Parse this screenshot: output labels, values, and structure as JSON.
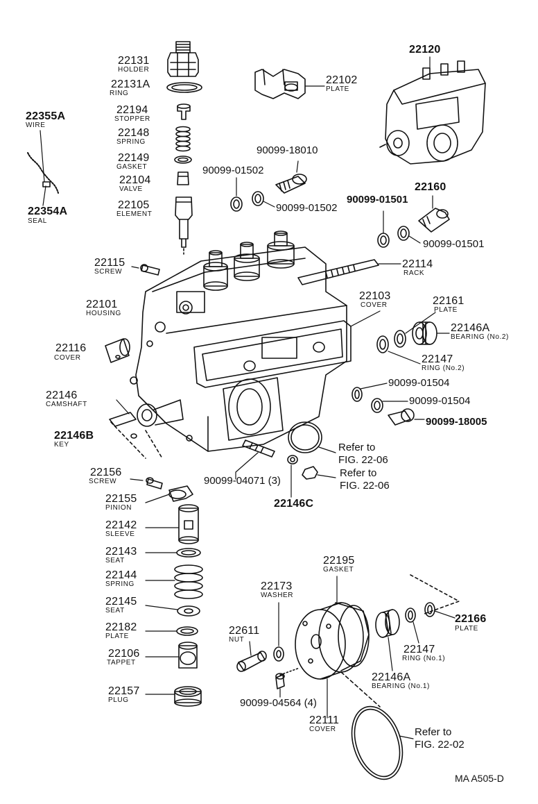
{
  "callouts": [
    {
      "id": "c22131",
      "num": "22131",
      "name": "HOLDER"
    },
    {
      "id": "c22131A",
      "num": "22131A",
      "name": "RING"
    },
    {
      "id": "c22194",
      "num": "22194",
      "name": "STOPPER"
    },
    {
      "id": "c22148",
      "num": "22148",
      "name": "SPRING"
    },
    {
      "id": "c22149",
      "num": "22149",
      "name": "GASKET"
    },
    {
      "id": "c22104",
      "num": "22104",
      "name": "VALVE"
    },
    {
      "id": "c22105",
      "num": "22105",
      "name": "ELEMENT"
    },
    {
      "id": "c22355A",
      "num": "22355A",
      "name": "WIRE"
    },
    {
      "id": "c22354A",
      "num": "22354A",
      "name": "SEAL"
    },
    {
      "id": "c22102",
      "num": "22102",
      "name": "PLATE"
    },
    {
      "id": "c22120",
      "num": "22120",
      "name": ""
    },
    {
      "id": "c22160",
      "num": "22160",
      "name": ""
    },
    {
      "id": "c22115",
      "num": "22115",
      "name": "SCREW"
    },
    {
      "id": "c22114",
      "num": "22114",
      "name": "RACK"
    },
    {
      "id": "c22101",
      "num": "22101",
      "name": "HOUSING"
    },
    {
      "id": "c22103",
      "num": "22103",
      "name": "COVER"
    },
    {
      "id": "c22161",
      "num": "22161",
      "name": "PLATE"
    },
    {
      "id": "c22146A2",
      "num": "22146A",
      "name": "BEARING (No.2)"
    },
    {
      "id": "c22116",
      "num": "22116",
      "name": "COVER"
    },
    {
      "id": "c22147b",
      "num": "22147",
      "name": "RING (No.2)"
    },
    {
      "id": "c22146",
      "num": "22146",
      "name": "CAMSHAFT"
    },
    {
      "id": "c22146B",
      "num": "22146B",
      "name": "KEY"
    },
    {
      "id": "c22156",
      "num": "22156",
      "name": "SCREW"
    },
    {
      "id": "c22155",
      "num": "22155",
      "name": "PINION"
    },
    {
      "id": "c22146C",
      "num": "22146C",
      "name": ""
    },
    {
      "id": "c22142",
      "num": "22142",
      "name": "SLEEVE"
    },
    {
      "id": "c22143",
      "num": "22143",
      "name": "SEAT"
    },
    {
      "id": "c22144",
      "num": "22144",
      "name": "SPRING"
    },
    {
      "id": "c22145",
      "num": "22145",
      "name": "SEAT"
    },
    {
      "id": "c22182",
      "num": "22182",
      "name": "PLATE"
    },
    {
      "id": "c22106",
      "num": "22106",
      "name": "TAPPET"
    },
    {
      "id": "c22157",
      "num": "22157",
      "name": "PLUG"
    },
    {
      "id": "c22195",
      "num": "22195",
      "name": "GASKET"
    },
    {
      "id": "c22173",
      "num": "22173",
      "name": "WASHER"
    },
    {
      "id": "c22611",
      "num": "22611",
      "name": "NUT"
    },
    {
      "id": "c22166",
      "num": "22166",
      "name": "PLATE"
    },
    {
      "id": "c22147a",
      "num": "22147",
      "name": "RING (No.1)"
    },
    {
      "id": "c22146A1",
      "num": "22146A",
      "name": "BEARING (No.1)"
    },
    {
      "id": "c22111",
      "num": "22111",
      "name": "COVER"
    }
  ],
  "part_codes": [
    {
      "id": "p18010",
      "text": "90099-18010"
    },
    {
      "id": "p01502a",
      "text": "90099-01502"
    },
    {
      "id": "p01502b",
      "text": "90099-01502"
    },
    {
      "id": "p01501a",
      "text": "90099-01501"
    },
    {
      "id": "p01501b",
      "text": "90099-01501"
    },
    {
      "id": "p01504a",
      "text": "90099-01504"
    },
    {
      "id": "p01504b",
      "text": "90099-01504"
    },
    {
      "id": "p18005",
      "text": "90099-18005"
    },
    {
      "id": "p04071",
      "text": "90099-04071 (3)"
    },
    {
      "id": "p04564",
      "text": "90099-04564 (4)"
    }
  ],
  "references": [
    {
      "id": "r1",
      "line1": "Refer to",
      "line2": "FIG. 22-06"
    },
    {
      "id": "r2",
      "line1": "Refer to",
      "line2": "FIG. 22-06"
    },
    {
      "id": "r3",
      "line1": "Refer to",
      "line2": "FIG. 22-02"
    }
  ],
  "footer_code": "MA A505-D"
}
